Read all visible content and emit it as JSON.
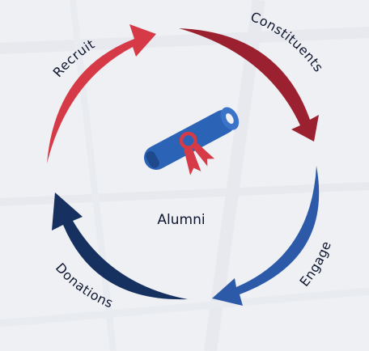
{
  "diagram": {
    "center": {
      "label": "Alumni",
      "icon": "diploma-scroll-icon"
    },
    "stages": [
      {
        "label": "Recruit",
        "color": "#d63a47"
      },
      {
        "label": "Constituents",
        "color": "#9b2130"
      },
      {
        "label": "Engage",
        "color": "#2c5aa8"
      },
      {
        "label": "Donations",
        "color": "#16305f"
      }
    ],
    "colors": {
      "background": "#eef0f4",
      "scroll": "#2b63b6",
      "scroll_dark": "#1e4a8d",
      "ribbon": "#d63a47",
      "text": "#0f1730"
    }
  }
}
